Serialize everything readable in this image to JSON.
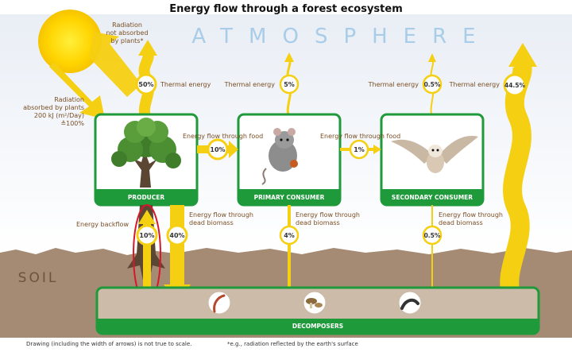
{
  "title": "Energy flow through a forest ecosystem",
  "atmosphere_label": "ATMOSPHERE",
  "soil_label": "SOIL",
  "radiation_not_absorbed": [
    "Radiation",
    "not absorbed",
    "by plants*"
  ],
  "radiation_absorbed": [
    "Radiation",
    "absorbed by plants",
    "200 kJ (m²/Day)",
    "≙100%"
  ],
  "boxes": {
    "producer": "PRODUCER",
    "primary": "PRIMARY CONSUMER",
    "secondary": "SECONDARY CONSUMER",
    "decomposers": "DECOMPOSERS"
  },
  "thermal_label": "Thermal energy",
  "thermal_values": [
    "50%",
    "5%",
    "0.5%",
    "44.5%"
  ],
  "food_label": "Energy flow through food",
  "food_values": [
    "10%",
    "1%"
  ],
  "backflow_label": "Energy backflow",
  "backflow_value": "10%",
  "dead_biomass_label": [
    "Energy flow through",
    "dead biomass"
  ],
  "dead_biomass_values": [
    "40%",
    "4%",
    "0.5%"
  ],
  "footnote_left": "Drawing (including the width of arrows) is not true to scale.",
  "footnote_right": "*e.g., radiation reflected by the earth's surface",
  "colors": {
    "green": "#1e9a3a",
    "yellow": "#f5cf12",
    "text": "#7a4e24",
    "atmosphere": "#a9cde8",
    "soil": "#a08670"
  },
  "icons": [
    "sun-icon",
    "tree-icon",
    "mouse-icon",
    "owl-icon",
    "worm-icon",
    "mushroom-icon",
    "millipede-icon"
  ]
}
